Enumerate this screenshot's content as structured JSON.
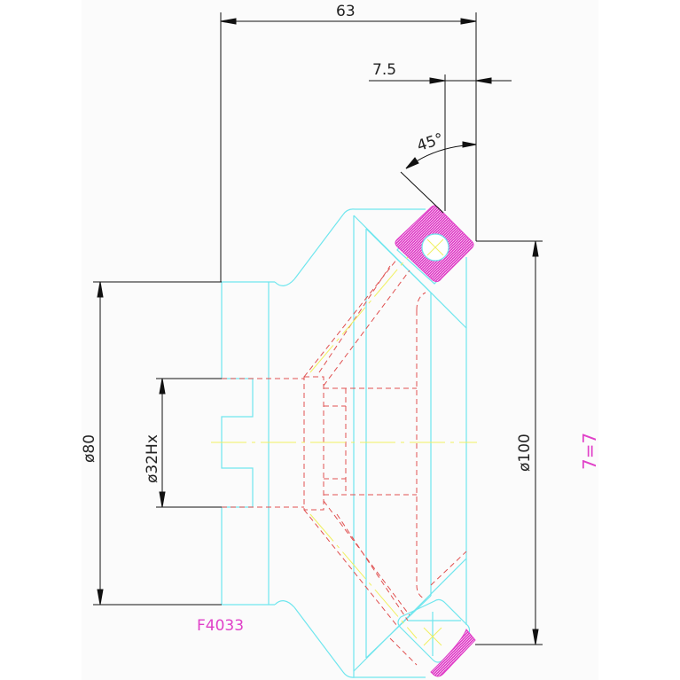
{
  "dimensions": {
    "overall_width": "63",
    "offset": "7.5",
    "angle": "45°",
    "outer_diameter": "ø100",
    "body_diameter": "ø80",
    "bore_diameter": "ø32Hx"
  },
  "part_number": "F4033",
  "side_note": "7=7",
  "colors": {
    "outline": "#6fe6ee",
    "hidden": "#e05050",
    "center": "#f0f060",
    "dimension": "#111111",
    "section_hatch": "#e040c8"
  }
}
